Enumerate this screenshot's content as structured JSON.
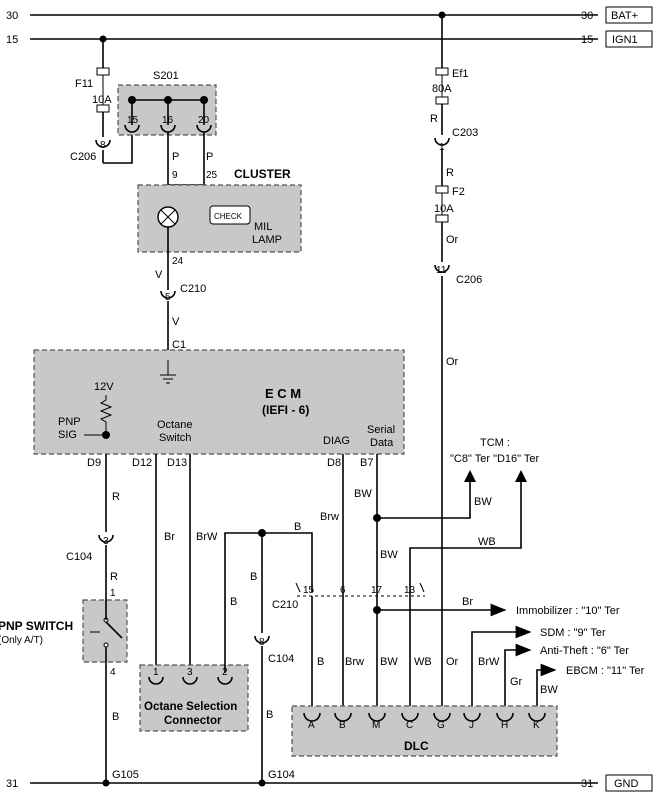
{
  "rails": {
    "top_num": "30",
    "top_label": "BAT+",
    "ign_num": "15",
    "ign_label": "IGN1",
    "gnd_num": "31",
    "gnd_label": "GND"
  },
  "fuses": {
    "f11_name": "F11",
    "f11_rating": "10A",
    "ef1_name": "Ef1",
    "ef1_rating": "80A",
    "f2_name": "F2",
    "f2_rating": "10A"
  },
  "splice": {
    "name": "S201",
    "pins": [
      "15",
      "16",
      "20"
    ]
  },
  "cluster": {
    "title": "CLUSTER",
    "check_text": "CHECK",
    "mil1": "MIL",
    "mil2": "LAMP",
    "pin_in": "9",
    "pin_in2": "25",
    "pin_out": "24"
  },
  "connectors": {
    "c206": "C206",
    "c206_pin_left": "8",
    "c206_pin_right": "11",
    "c203": "C203",
    "c203_pin": "1",
    "c210_top": "C210",
    "c210_top_pin": "5",
    "c104": "C104",
    "c104_pin": "3",
    "c104b": "C104",
    "c104b_pin": "8",
    "c210_mid": "C210",
    "c210_mid_pins": [
      "15",
      "6",
      "17",
      "13"
    ]
  },
  "wire_colors": {
    "p1": "P",
    "p2": "P",
    "v1": "V",
    "v2": "V",
    "r1": "R",
    "r2": "R",
    "or1": "Or",
    "or2": "Or",
    "or3": "Or",
    "r_pnp": "R",
    "r_pnp2": "R",
    "br": "Br",
    "brw": "BrW",
    "b1": "B",
    "b2": "B",
    "b3": "B",
    "b4": "B",
    "b5": "B",
    "brw2": "Brw",
    "bw1": "BW",
    "bw2": "BW",
    "bw3": "BW",
    "wb1": "WB",
    "wb2": "WB",
    "br_im": "Br",
    "brw_anti": "BrW",
    "gr": "Gr",
    "bw_ebcm": "BW",
    "b_dlc": "B",
    "brw_dlc": "Brw",
    "bw_dlc": "BW",
    "wb_dlc": "WB",
    "or_dlc": "Or"
  },
  "ecm": {
    "title": "E C M",
    "subtitle": "(IEFI - 6)",
    "c1": "C1",
    "v12": "12V",
    "pnp1": "PNP",
    "pnp2": "SIG",
    "oct1": "Octane",
    "oct2": "Switch",
    "diag": "DIAG",
    "ser1": "Serial",
    "ser2": "Data",
    "pins": [
      "D9",
      "D12",
      "D13",
      "D8",
      "B7"
    ]
  },
  "pnp_switch": {
    "title": "PNP SWITCH",
    "sub": "(Only A/T)",
    "pin_top": "1",
    "pin_bot": "4"
  },
  "octane": {
    "title1": "Octane Selection",
    "title2": "Connector",
    "pins": [
      "1",
      "3",
      "2"
    ]
  },
  "dlc": {
    "title": "DLC",
    "pins": [
      "A",
      "B",
      "M",
      "C",
      "G",
      "J",
      "H",
      "K"
    ]
  },
  "tcm": {
    "name": "TCM :",
    "ter": "\"C8\" Ter \"D16\" Ter"
  },
  "outputs": {
    "immobilizer": "Immobilizer : \"10\" Ter",
    "sdm": "SDM : \"9\" Ter",
    "anti_theft": "Anti-Theft : \"6\" Ter",
    "ebcm": "EBCM : \"11\" Ter"
  },
  "grounds": {
    "g105": "G105",
    "g104": "G104"
  }
}
